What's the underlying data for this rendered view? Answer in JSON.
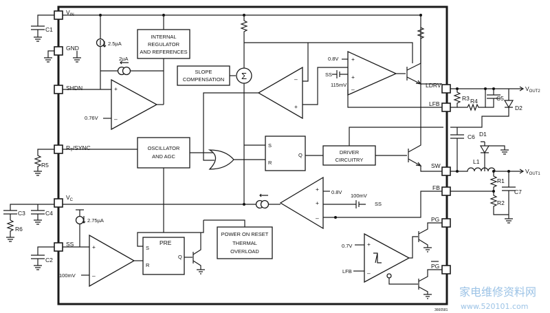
{
  "pins_left": {
    "vin": "V",
    "vin_sub": "IN",
    "gnd": "GND",
    "shdn": "SHDN",
    "rt": "R",
    "rt_sub": "T",
    "rt_tail": "/SYNC",
    "vc": "V",
    "vc_sub": "C",
    "ss": "SS"
  },
  "pins_right": {
    "ldrv": "LDRV",
    "lfb": "LFB",
    "sw": "SW",
    "fb": "FB",
    "pg": "PG",
    "pgb": "PG"
  },
  "blocks": {
    "regulator": [
      "INTERNAL",
      "REGULATOR",
      "AND REFERENCES"
    ],
    "slope": [
      "SLOPE",
      "COMPENSATION"
    ],
    "oscillator": [
      "OSCILLATOR",
      "AND AGC"
    ],
    "driver": [
      "DRIVER",
      "CIRCUITRY"
    ],
    "por": [
      "POWER ON RESET",
      "THERMAL",
      "OVERLOAD"
    ],
    "pre": "PRE",
    "sum": "Σ"
  },
  "logic": {
    "s1": "S",
    "r1": "R",
    "q1": "Q",
    "s2": "S",
    "r2": "R",
    "q2": "Q"
  },
  "labels": {
    "i_25": "2.5µA",
    "i_2": "2µA",
    "i_275": "2.75µA",
    "v076": "0.76V",
    "v08_top": "0.8V",
    "ss_top": "SS",
    "mv115": "115mV",
    "v08_mid": "0.8V",
    "mv100_mid": "100mV",
    "ss_mid": "SS",
    "v07": "0.7V",
    "lfb_cmp": "LFB",
    "mv100_bot": "100mV",
    "plus": "+",
    "minus": "–"
  },
  "components": {
    "c1": "C1",
    "c2": "C2",
    "c3": "C3",
    "c4": "C4",
    "c5": "C5",
    "c6": "C6",
    "c7": "C7",
    "r1": "R1",
    "r2": "R2",
    "r3": "R3",
    "r4": "R4",
    "r5": "R5",
    "r6": "R6",
    "d1": "D1",
    "d2": "D2",
    "l1": "L1"
  },
  "outputs": {
    "vout2": "V",
    "vout2_sub": "OUT2",
    "vout1": "V",
    "vout1_sub": "OUT1"
  },
  "figure_id": "3660581",
  "watermark": {
    "cn": "家电维修资料网",
    "url": "www.520101.com"
  }
}
